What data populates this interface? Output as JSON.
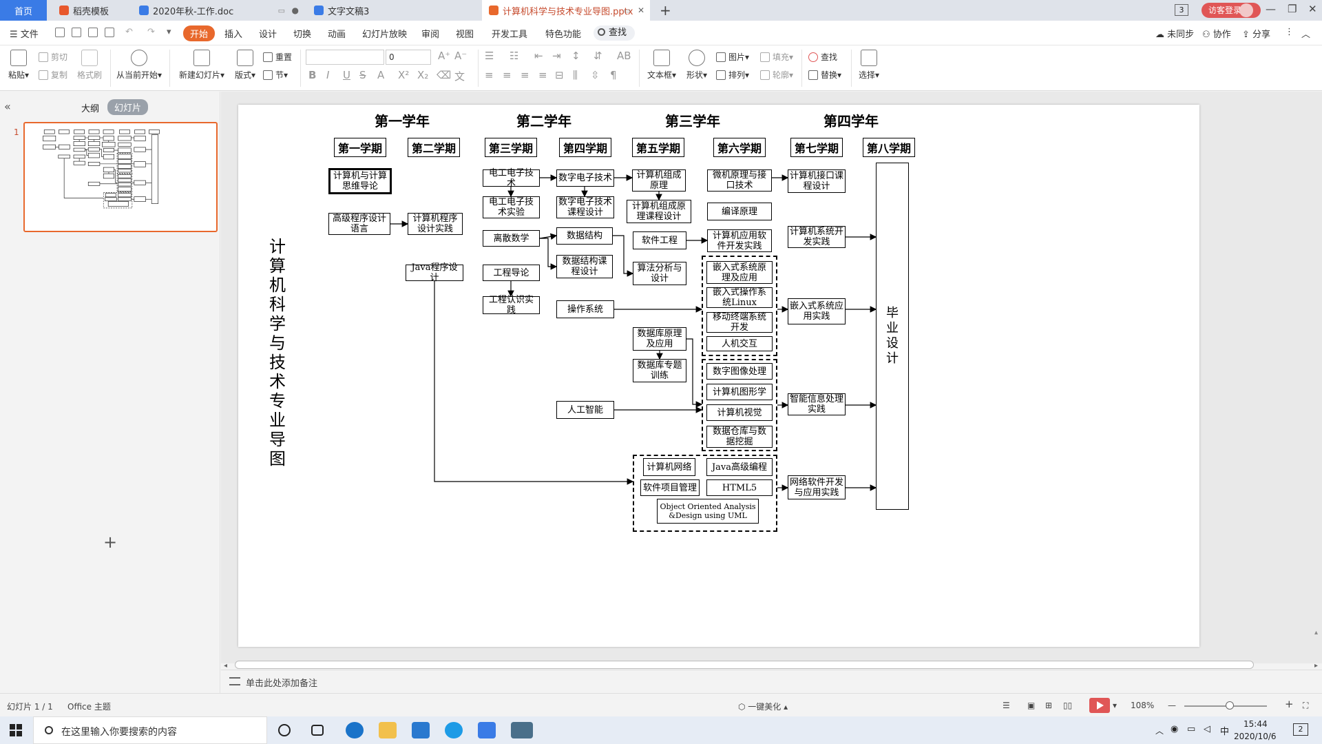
{
  "tabs": [
    {
      "label": "首页"
    },
    {
      "label": "稻壳模板"
    },
    {
      "label": "2020年秋-工作.doc"
    },
    {
      "label": "文字文稿3"
    },
    {
      "label": "计算机科学与技术专业导图.pptx"
    }
  ],
  "window": {
    "badge": "3",
    "guest_login": "访客登录"
  },
  "menu": {
    "file": "文件",
    "items": [
      "开始",
      "插入",
      "设计",
      "切换",
      "动画",
      "幻灯片放映",
      "审阅",
      "视图",
      "开发工具",
      "特色功能"
    ],
    "search": "查找",
    "sync": "未同步",
    "collab": "协作",
    "share": "分享"
  },
  "ribbon": {
    "paste": "粘贴",
    "cut": "剪切",
    "copy": "复制",
    "format_painter": "格式刷",
    "from_current": "从当前开始",
    "new_slide": "新建幻灯片",
    "layout": "版式",
    "reset": "重置",
    "section": "节",
    "font_size": "0",
    "textbox": "文本框",
    "shape": "形状",
    "picture": "图片",
    "fill": "填充",
    "arrange": "排列",
    "outline": "轮廓",
    "find": "查找",
    "replace": "替换",
    "select": "选择"
  },
  "panel": {
    "outline_tab": "大纲",
    "slides_tab": "幻灯片",
    "slide_number": "1"
  },
  "notes_placeholder": "单击此处添加备注",
  "status": {
    "slide_count": "幻灯片 1 / 1",
    "theme": "Office 主题",
    "beautify": "一键美化",
    "zoom": "108%"
  },
  "taskbar": {
    "search_placeholder": "在这里输入你要搜索的内容",
    "ime": "中",
    "time": "15:44",
    "date": "2020/10/6",
    "notification_count": "2"
  },
  "diagram": {
    "title": "计算机科学与技术专业导图",
    "years": [
      "第一学年",
      "第二学年",
      "第三学年",
      "第四学年"
    ],
    "semesters": [
      "第一学期",
      "第二学期",
      "第三学期",
      "第四学期",
      "第五学期",
      "第六学期",
      "第七学期",
      "第八学期"
    ],
    "graduation": "毕业设计",
    "courses": {
      "c1": "计算机与计算思维导论",
      "c2": "高级程序设计语言",
      "c3": "计算机程序设计实践",
      "c4": "Java程序设计",
      "c5": "电工电子技术",
      "c6": "电工电子技术实验",
      "c7": "离散数学",
      "c8": "工程导论",
      "c9": "工程认识实践",
      "c10": "数字电子技术",
      "c11": "数字电子技术课程设计",
      "c12": "数据结构",
      "c13": "数据结构课程设计",
      "c14": "操作系统",
      "c15": "人工智能",
      "c16": "计算机组成原理",
      "c17": "计算机组成原理课程设计",
      "c18": "软件工程",
      "c19": "算法分析与设计",
      "c20": "数据库原理及应用",
      "c21": "数据库专题训练",
      "c22": "微机原理与接口技术",
      "c23": "编译原理",
      "c24": "计算机应用软件开发实践",
      "c25": "嵌入式系统原理及应用",
      "c26": "嵌入式操作系统Linux",
      "c27": "移动终端系统开发",
      "c28": "人机交互",
      "c29": "数字图像处理",
      "c30": "计算机图形学",
      "c31": "计算机视觉",
      "c32": "数据仓库与数据挖掘",
      "c33": "计算机网络",
      "c34": "软件项目管理",
      "c35": "Java高级编程",
      "c36": "HTML5",
      "c37": "Object Oriented Analysis &Design using UML",
      "c38": "计算机接口课程设计",
      "c39": "计算机系统开发实践",
      "c40": "嵌入式系统应用实践",
      "c41": "智能信息处理实践",
      "c42": "网络软件开发与应用实践"
    }
  }
}
